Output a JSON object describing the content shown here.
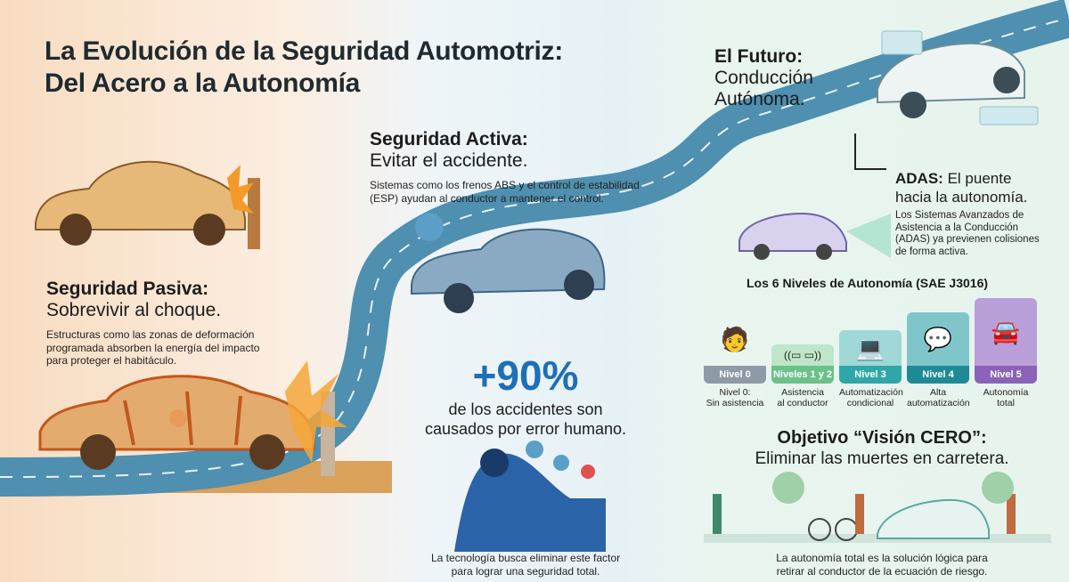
{
  "title": [
    "La Evolución de la Seguridad Automotriz:",
    "Del Acero a la Autonomía"
  ],
  "passive": {
    "heading": "Seguridad Pasiva:",
    "subheading": "Sobrevivir al choque.",
    "body": [
      "Estructuras como las zonas de deformación",
      "programada absorben la energía del impacto",
      "para proteger el habitáculo."
    ]
  },
  "active": {
    "heading": "Seguridad Activa:",
    "subheading": "Evitar el accidente.",
    "body": [
      "Sistemas como los frenos ABS y el control de estabilidad",
      "(ESP) ayudan al conductor a mantener el control."
    ]
  },
  "stat": {
    "value": "+90%",
    "text": [
      "de los accidentes son",
      "causados por error humano."
    ],
    "caption": [
      "La tecnología busca eliminar este factor",
      "para lograr una seguridad total."
    ]
  },
  "future": {
    "heading": "El Futuro:",
    "subheading": [
      "Conducción",
      "Autónoma."
    ]
  },
  "adas": {
    "heading": "ADAS:",
    "heading_rest": "El puente",
    "line2": "hacia la autonomía.",
    "body": [
      "Los Sistemas Avanzados de",
      "Asistencia a la Conducción",
      "(ADAS) ya previenen colisiones",
      "de forma activa."
    ]
  },
  "levels": {
    "heading": "Los 6 Niveles de Autonomía (SAE J3016)",
    "items": [
      {
        "tag": "Nivel 0",
        "desc": [
          "Nivel 0:",
          "Sin asistencia"
        ],
        "color": "#8e9aa6"
      },
      {
        "tag": "Niveles 1 y 2",
        "desc": [
          "Asistencia",
          "al conductor"
        ],
        "color": "#6cc08a"
      },
      {
        "tag": "Nivel 3",
        "desc": [
          "Automatización",
          "condicional"
        ],
        "color": "#2fa7a8"
      },
      {
        "tag": "Nivel 4",
        "desc": [
          "Alta",
          "automatización"
        ],
        "color": "#1f8a96"
      },
      {
        "tag": "Nivel 5",
        "desc": [
          "Autonomía",
          "total"
        ],
        "color": "#8a63b8"
      }
    ]
  },
  "vision": {
    "heading": "Objetivo “Visión CERO”:",
    "subheading": "Eliminar las muertes en carretera.",
    "caption": [
      "La autonomía total es la solución lógica para",
      "retirar al conductor de la ecuación de riesgo."
    ]
  }
}
